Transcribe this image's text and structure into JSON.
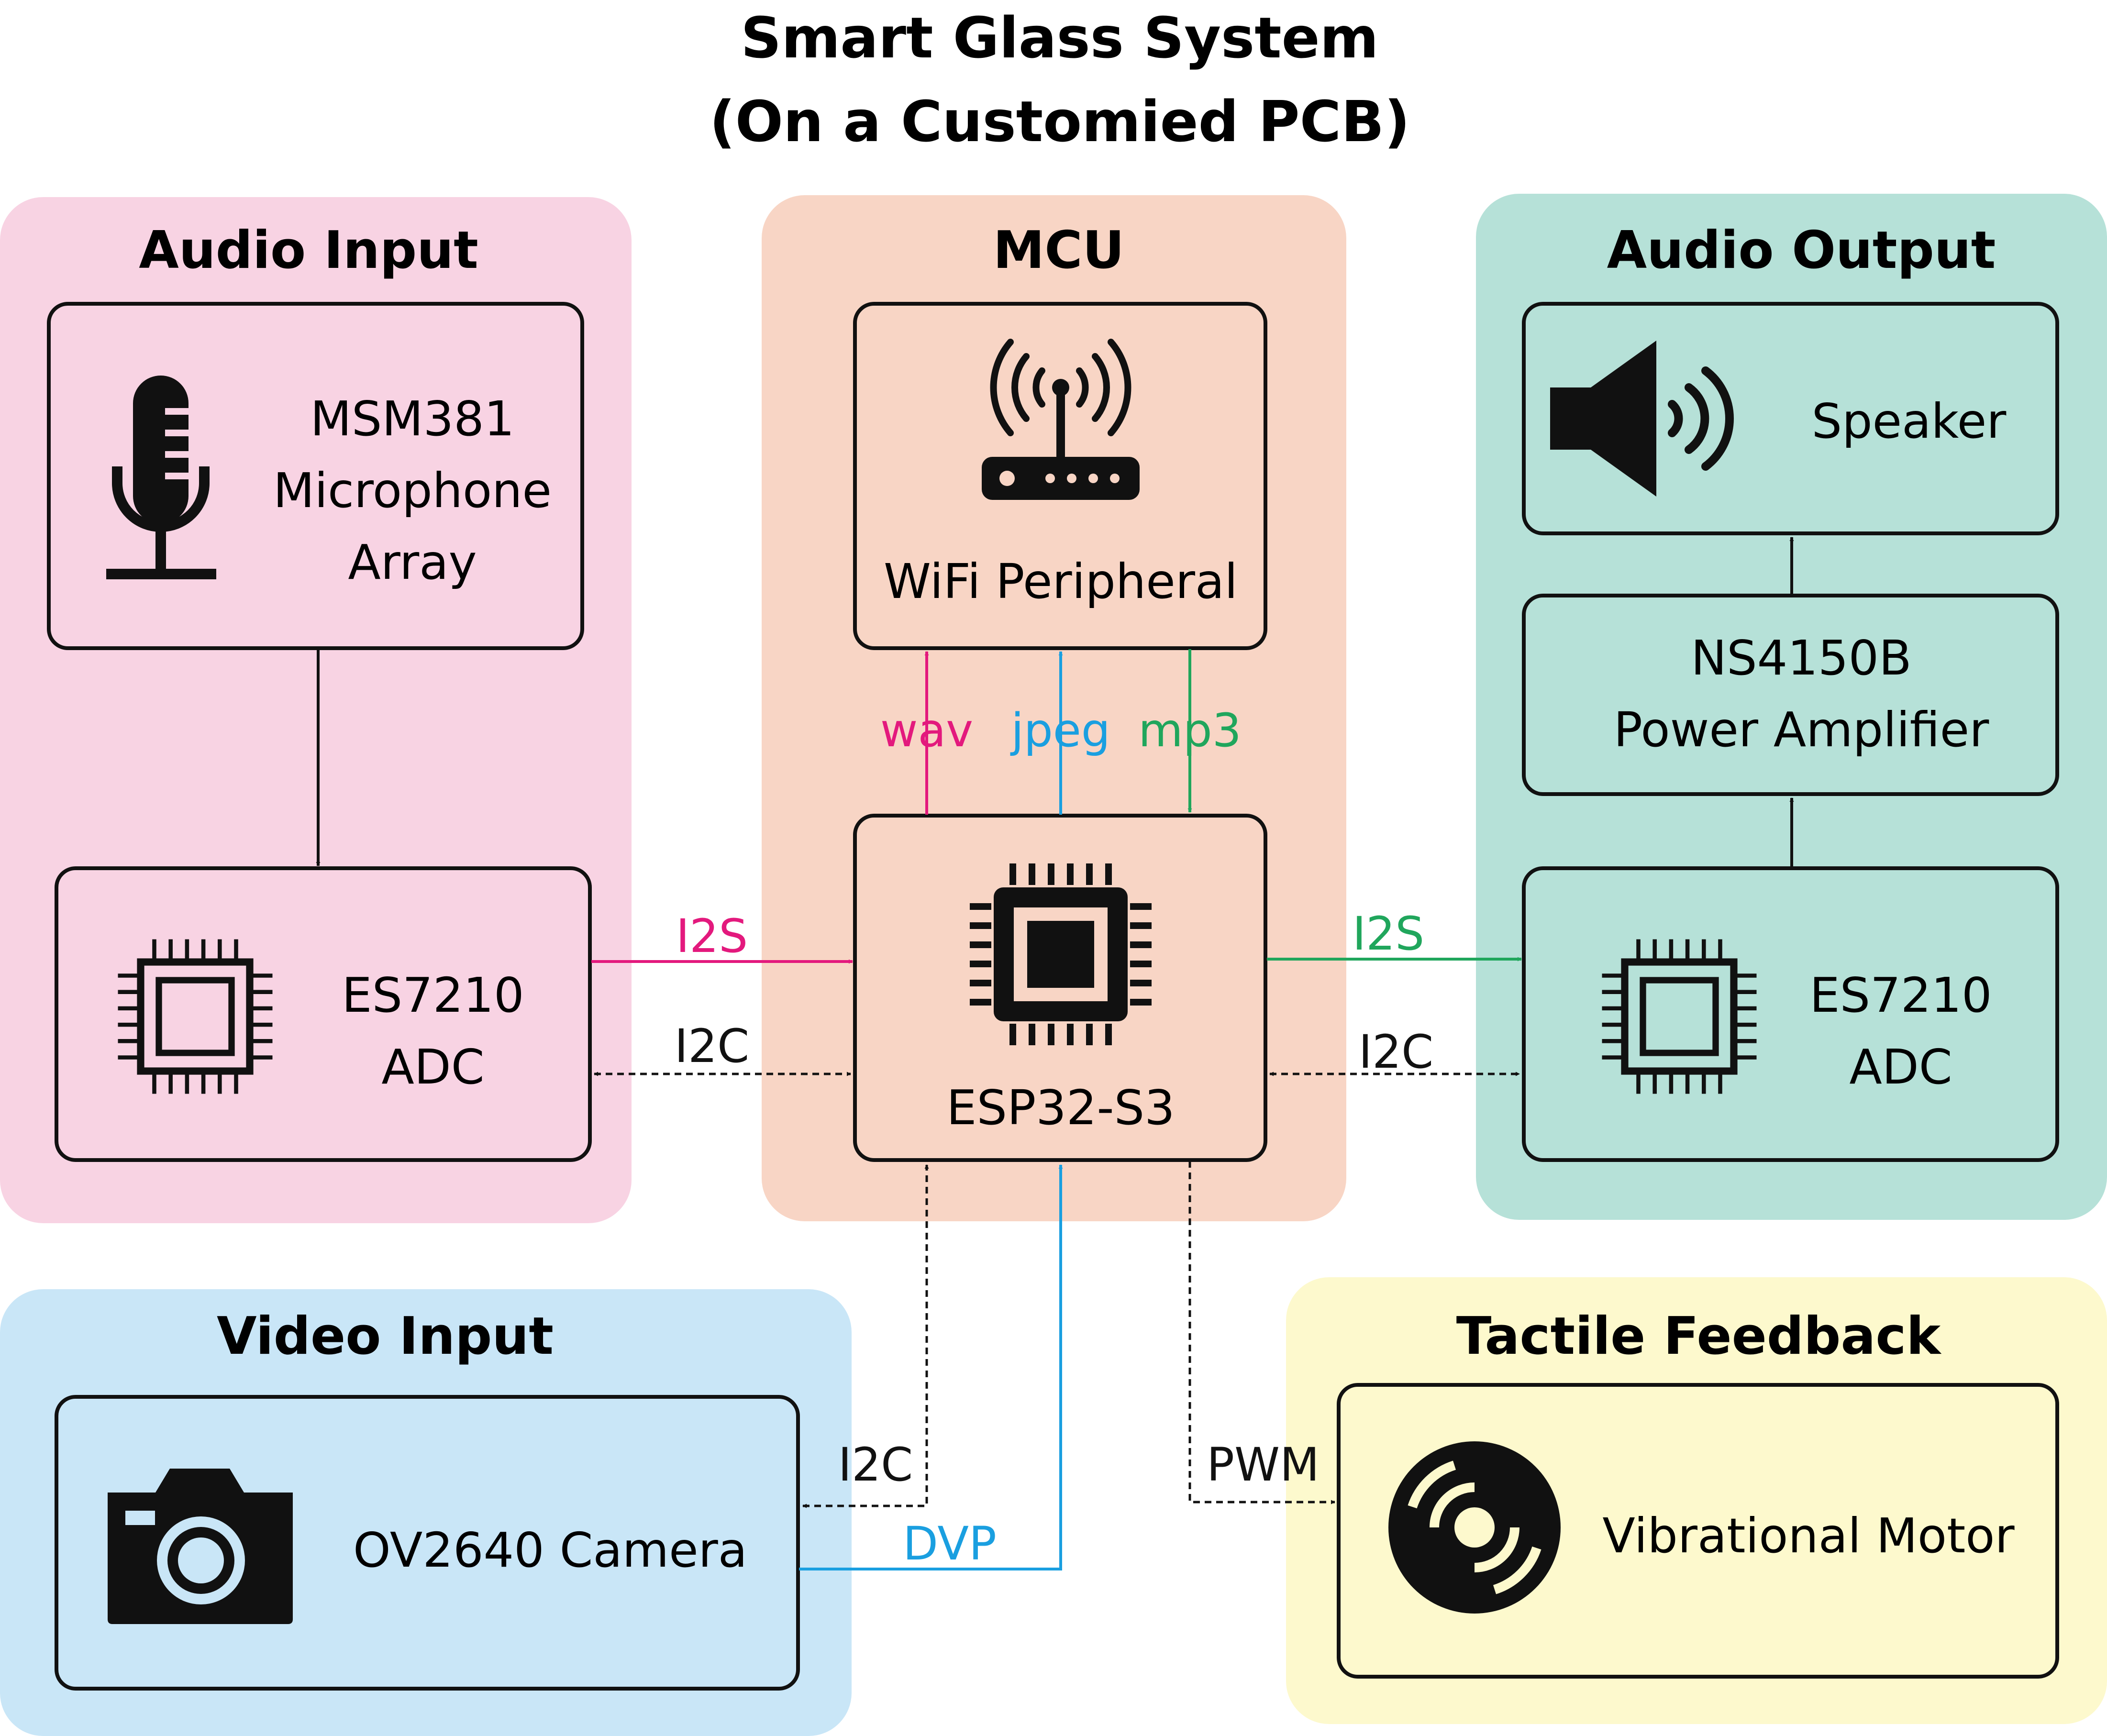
{
  "title": {
    "line1": "Smart Glass System",
    "line2": "(On a Customied PCB)"
  },
  "groups": {
    "audio_input": "Audio Input",
    "mcu": "MCU",
    "audio_output": "Audio Output",
    "video_input": "Video Input",
    "tactile": "Tactile Feedback"
  },
  "nodes": {
    "mic": {
      "line1": "MSM381",
      "line2": "Microphone",
      "line3": "Array"
    },
    "adc_in": {
      "line1": "ES7210",
      "line2": "ADC"
    },
    "wifi": {
      "label": "WiFi Peripheral"
    },
    "esp": {
      "label": "ESP32-S3"
    },
    "speaker": {
      "label": "Speaker"
    },
    "amp": {
      "line1": "NS4150B",
      "line2": "Power Amplifier"
    },
    "adc_out": {
      "line1": "ES7210",
      "line2": "ADC"
    },
    "camera": {
      "label": "OV2640 Camera"
    },
    "motor": {
      "label": "Vibrational Motor"
    }
  },
  "edges": {
    "i2s_in": "I2S",
    "i2c_in": "I2C",
    "wav": "wav",
    "jpeg": "jpeg",
    "mp3": "mp3",
    "i2s_out": "I2S",
    "i2c_out": "I2C",
    "i2c_cam": "I2C",
    "dvp": "DVP",
    "pwm": "PWM"
  },
  "colors": {
    "audio_input_bg": "#f8d3e3",
    "mcu_bg": "#f8d5c5",
    "audio_output_bg": "#b6e1d8",
    "video_input_bg": "#c9e6f7",
    "tactile_bg": "#fdf9cd",
    "magenta": "#e3197d",
    "blue": "#1a9fe0",
    "green": "#20a65c",
    "black": "#111111"
  },
  "icons": [
    "microphone-icon",
    "chip-icon",
    "router-icon",
    "speaker-icon",
    "camera-icon",
    "vibration-motor-icon"
  ]
}
